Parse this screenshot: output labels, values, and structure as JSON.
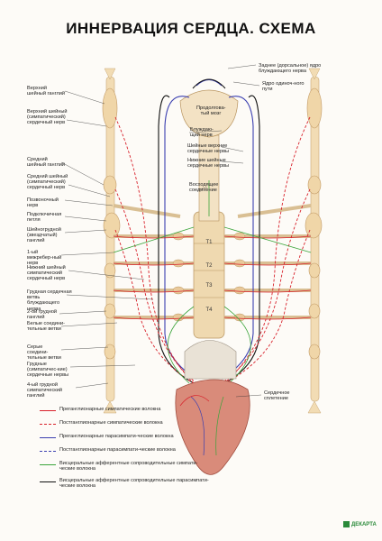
{
  "title": "ИННЕРВАЦИЯ СЕРДЦА. СХЕМА",
  "labels_left": [
    "Верхний шейный ганглий",
    "Верхний шейный (симпатический) сердечный нерв",
    "Средний шейный ганглий",
    "Средний шейный (симпатический) сердечный нерв",
    "Позвоночный нерв",
    "Подключичная петля",
    "Шейногрудной (звездчатый) ганглий",
    "1-ый межребер-ный нерв",
    "Нижний шейный симпатический сердечный нерв",
    "Грудная сердечная ветвь блуждающего нерва",
    "2-ой грудной ганглий",
    "Белые соедини-тельные ветви",
    "Серые соедини-тельные ветви",
    "Грудные (симпатичес-кие) сердечные нервы",
    "4-ый грудной симпатический ганглий"
  ],
  "labels_right": [
    "Заднее (дорсальное) ядро блуждающего нерва",
    "Ядро одиноч-ного пути",
    "Продолгова-тый мозг",
    "Блуждаю-щий нерв",
    "Шейные верхние сердечные нервы",
    "Нижние шейные сердечные нервы",
    "Восходящее соединение",
    "Сердечное сплетение"
  ],
  "vertebra_labels": [
    "T1",
    "T2",
    "T3",
    "T4"
  ],
  "legend": [
    {
      "text": "Преганглионарные симпатические волокна",
      "color": "#d8202a",
      "style": "solid"
    },
    {
      "text": "Постганглионарные симпатические волокна",
      "color": "#d8202a",
      "style": "dashed"
    },
    {
      "text": "Преганглионарные парасимпати-ческие волокна",
      "color": "#3b3fb0",
      "style": "solid"
    },
    {
      "text": "Постганглионарные парасимпати-ческие волокна",
      "color": "#3b3fb0",
      "style": "dashed"
    },
    {
      "text": "Висцеральные афферентные сопроводительные симпати-ческие волокна",
      "color": "#3aa43a",
      "style": "solid"
    },
    {
      "text": "Висцеральные афферентные сопроводительные парасимпати-ческие волокна",
      "color": "#111111",
      "style": "solid"
    }
  ],
  "logo_text": "ДЕКАРТА"
}
